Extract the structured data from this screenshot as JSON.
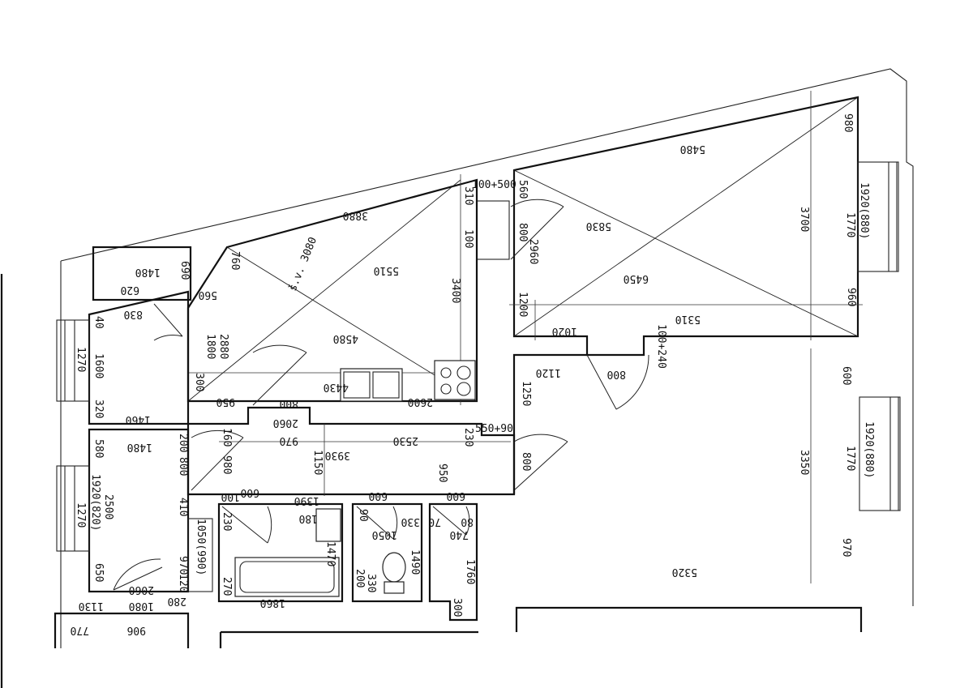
{
  "labels": {
    "l5480": "5480",
    "l980": "980",
    "l3700": "3700",
    "l1770a": "1770",
    "l1920a": "1920(880)",
    "l5830": "5830",
    "l6450": "6450",
    "l5310": "5310",
    "l960": "960",
    "l1020": "1020",
    "l1200": "1200",
    "l800a": "800",
    "l2960": "2960",
    "l560a": "560",
    "l100500": "100+500",
    "l100240": "100+240",
    "l800b": "800",
    "l1120": "1120",
    "l1250": "1250",
    "l600a": "600",
    "l3350": "3350",
    "l1770b": "1770",
    "l1920b": "1920(880)",
    "l970a": "970",
    "l5320": "5320",
    "l800c": "800",
    "l550": "550+90",
    "l3880": "3880",
    "l310": "310",
    "l100": "100",
    "l3400": "3400",
    "l5510": "5510",
    "l3080": "š.v. 3080",
    "l4580": "4580",
    "l760": "760",
    "l1800": "1800",
    "l2880": "2880",
    "l4430": "4430",
    "l2600": "2600",
    "l950": "950",
    "l800d": "800",
    "l300": "300",
    "l2060a": "2060",
    "l970b": "970",
    "l2530": "2530",
    "l230": "230",
    "l3930": "3930",
    "l1150": "1150",
    "l950b": "950",
    "l600b": "600",
    "l600c": "600",
    "l1390": "1390",
    "l600d": "600",
    "l100b": "100",
    "l980b": "980",
    "l160": "160",
    "l200": "200",
    "l800e": "800",
    "l410": "410",
    "l1480a": "1480",
    "l620": "620",
    "l690": "690",
    "l560b": "560",
    "l830": "830",
    "l40": "40",
    "l1270a": "1270",
    "l1600": "1600",
    "l320": "320",
    "l1460": "1460",
    "l1480b": "1480",
    "l580": "580",
    "l1920c": "1920(820)",
    "l2500": "2500",
    "l1270b": "1270",
    "l650": "650",
    "l2060b": "2060",
    "l1080": "1080",
    "l1130": "1130",
    "l280": "280",
    "l970c": "970",
    "l1050a": "1050(990)",
    "l120": "120",
    "l906": "906",
    "l770": "770",
    "l230b": "230",
    "l180": "180",
    "l1470": "1470",
    "l270": "270",
    "l1860": "1860",
    "l90": "90",
    "l330": "330",
    "l1050b": "1050",
    "l1490": "1490",
    "l330b": "330",
    "l200b": "200",
    "l70": "70",
    "l80": "80",
    "l740": "740",
    "l1760": "1760",
    "l300b": "300"
  }
}
